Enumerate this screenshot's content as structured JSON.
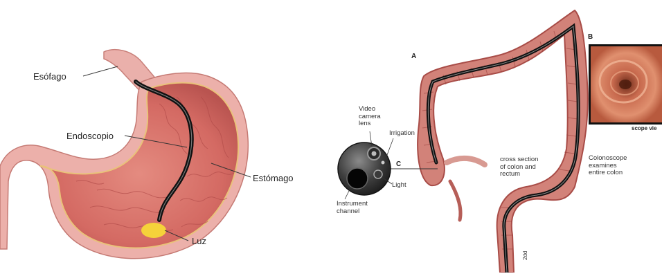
{
  "stomach_figure": {
    "labels": {
      "esophagus": "Esófago",
      "endoscope": "Endoscopio",
      "stomach": "Estómago",
      "light": "Luz"
    }
  },
  "colon_figure": {
    "panel_a": "A",
    "panel_b": "B",
    "panel_c": "C",
    "scope_tip": {
      "video_camera_lens": "Video\ncamera\nlens",
      "irrigation": "Irrigation",
      "light": "Light",
      "instrument_channel": "Instrument\nchannel"
    },
    "cross_section": "cross section\nof colon and\nrectum",
    "colonoscope_note": "Colonoscope\nexamines\nentire colon",
    "photo_caption": "scope vie",
    "vertical_code": "2dd"
  },
  "colors": {
    "stomach_outer": "#e8a3a0",
    "stomach_inner": "#d9736c",
    "endoscope": "#111111",
    "light_spot": "#f5d23a",
    "colon": "#cf7b73",
    "colon_dark": "#a84c47"
  }
}
